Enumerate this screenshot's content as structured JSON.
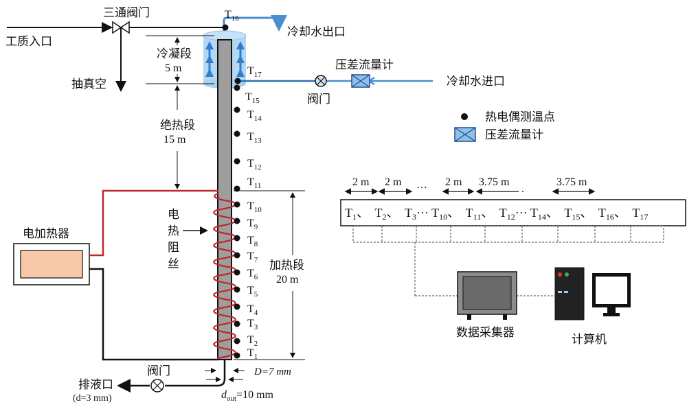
{
  "labels": {
    "three_way_valve": "三通阀门",
    "working_fluid_inlet": "工质入口",
    "vacuum": "抽真空",
    "cooling_water_outlet": "冷却水出口",
    "cooling_water_inlet": "冷却水进口",
    "condenser_section": "冷凝段",
    "condenser_length": "5 m",
    "adiabatic_section": "绝热段",
    "adiabatic_length": "15 m",
    "heating_section": "加热段",
    "heating_length": "20 m",
    "electric_heater": "电加热器",
    "heating_wire": [
      "电",
      "热",
      "阻",
      "丝"
    ],
    "valve_top": "阀门",
    "valve_bottom": "阀门",
    "dp_flowmeter": "压差流量计",
    "drain_outlet": "排液口",
    "drain_d": "(d=3 mm)",
    "D_label": "D=7 mm",
    "dout_label": "d",
    "dout_sub": "out",
    "dout_value": "=10 mm",
    "data_acquisition": "数据采集器",
    "computer": "计算机"
  },
  "legend": {
    "thermocouple": "热电偶测温点",
    "flowmeter": "压差流量计"
  },
  "spacing": [
    "2 m",
    "2 m",
    "…",
    "2 m",
    "3.75 m",
    "3.75 m"
  ],
  "sensors": {
    "T1": "1",
    "T2": "2",
    "T3": "3",
    "T4": "4",
    "T5": "5",
    "T6": "6",
    "T7": "7",
    "T8": "8",
    "T9": "9",
    "T10": "10",
    "T11": "11",
    "T12": "12",
    "T13": "13",
    "T14": "14",
    "T15": "15",
    "T16": "16",
    "T17": "17"
  },
  "sensor_list": [
    {
      "n": "1",
      "sep": "、"
    },
    {
      "n": "2",
      "sep": "、"
    },
    {
      "n": "3",
      "sep": "···"
    },
    {
      "n": "10",
      "sep": "、"
    },
    {
      "n": "11",
      "sep": "、"
    },
    {
      "n": "12",
      "sep": "···"
    },
    {
      "n": "14",
      "sep": "、"
    },
    {
      "n": "15",
      "sep": "、"
    },
    {
      "n": "16",
      "sep": "、"
    },
    {
      "n": "17",
      "sep": ""
    }
  ],
  "colors": {
    "pipe_gray": "#9e9e9e",
    "heater_red": "#c0282d",
    "water_blue": "#4a8fd0",
    "jacket_blue": "#a8d0f0",
    "heater_fill": "#f8c9a8"
  }
}
